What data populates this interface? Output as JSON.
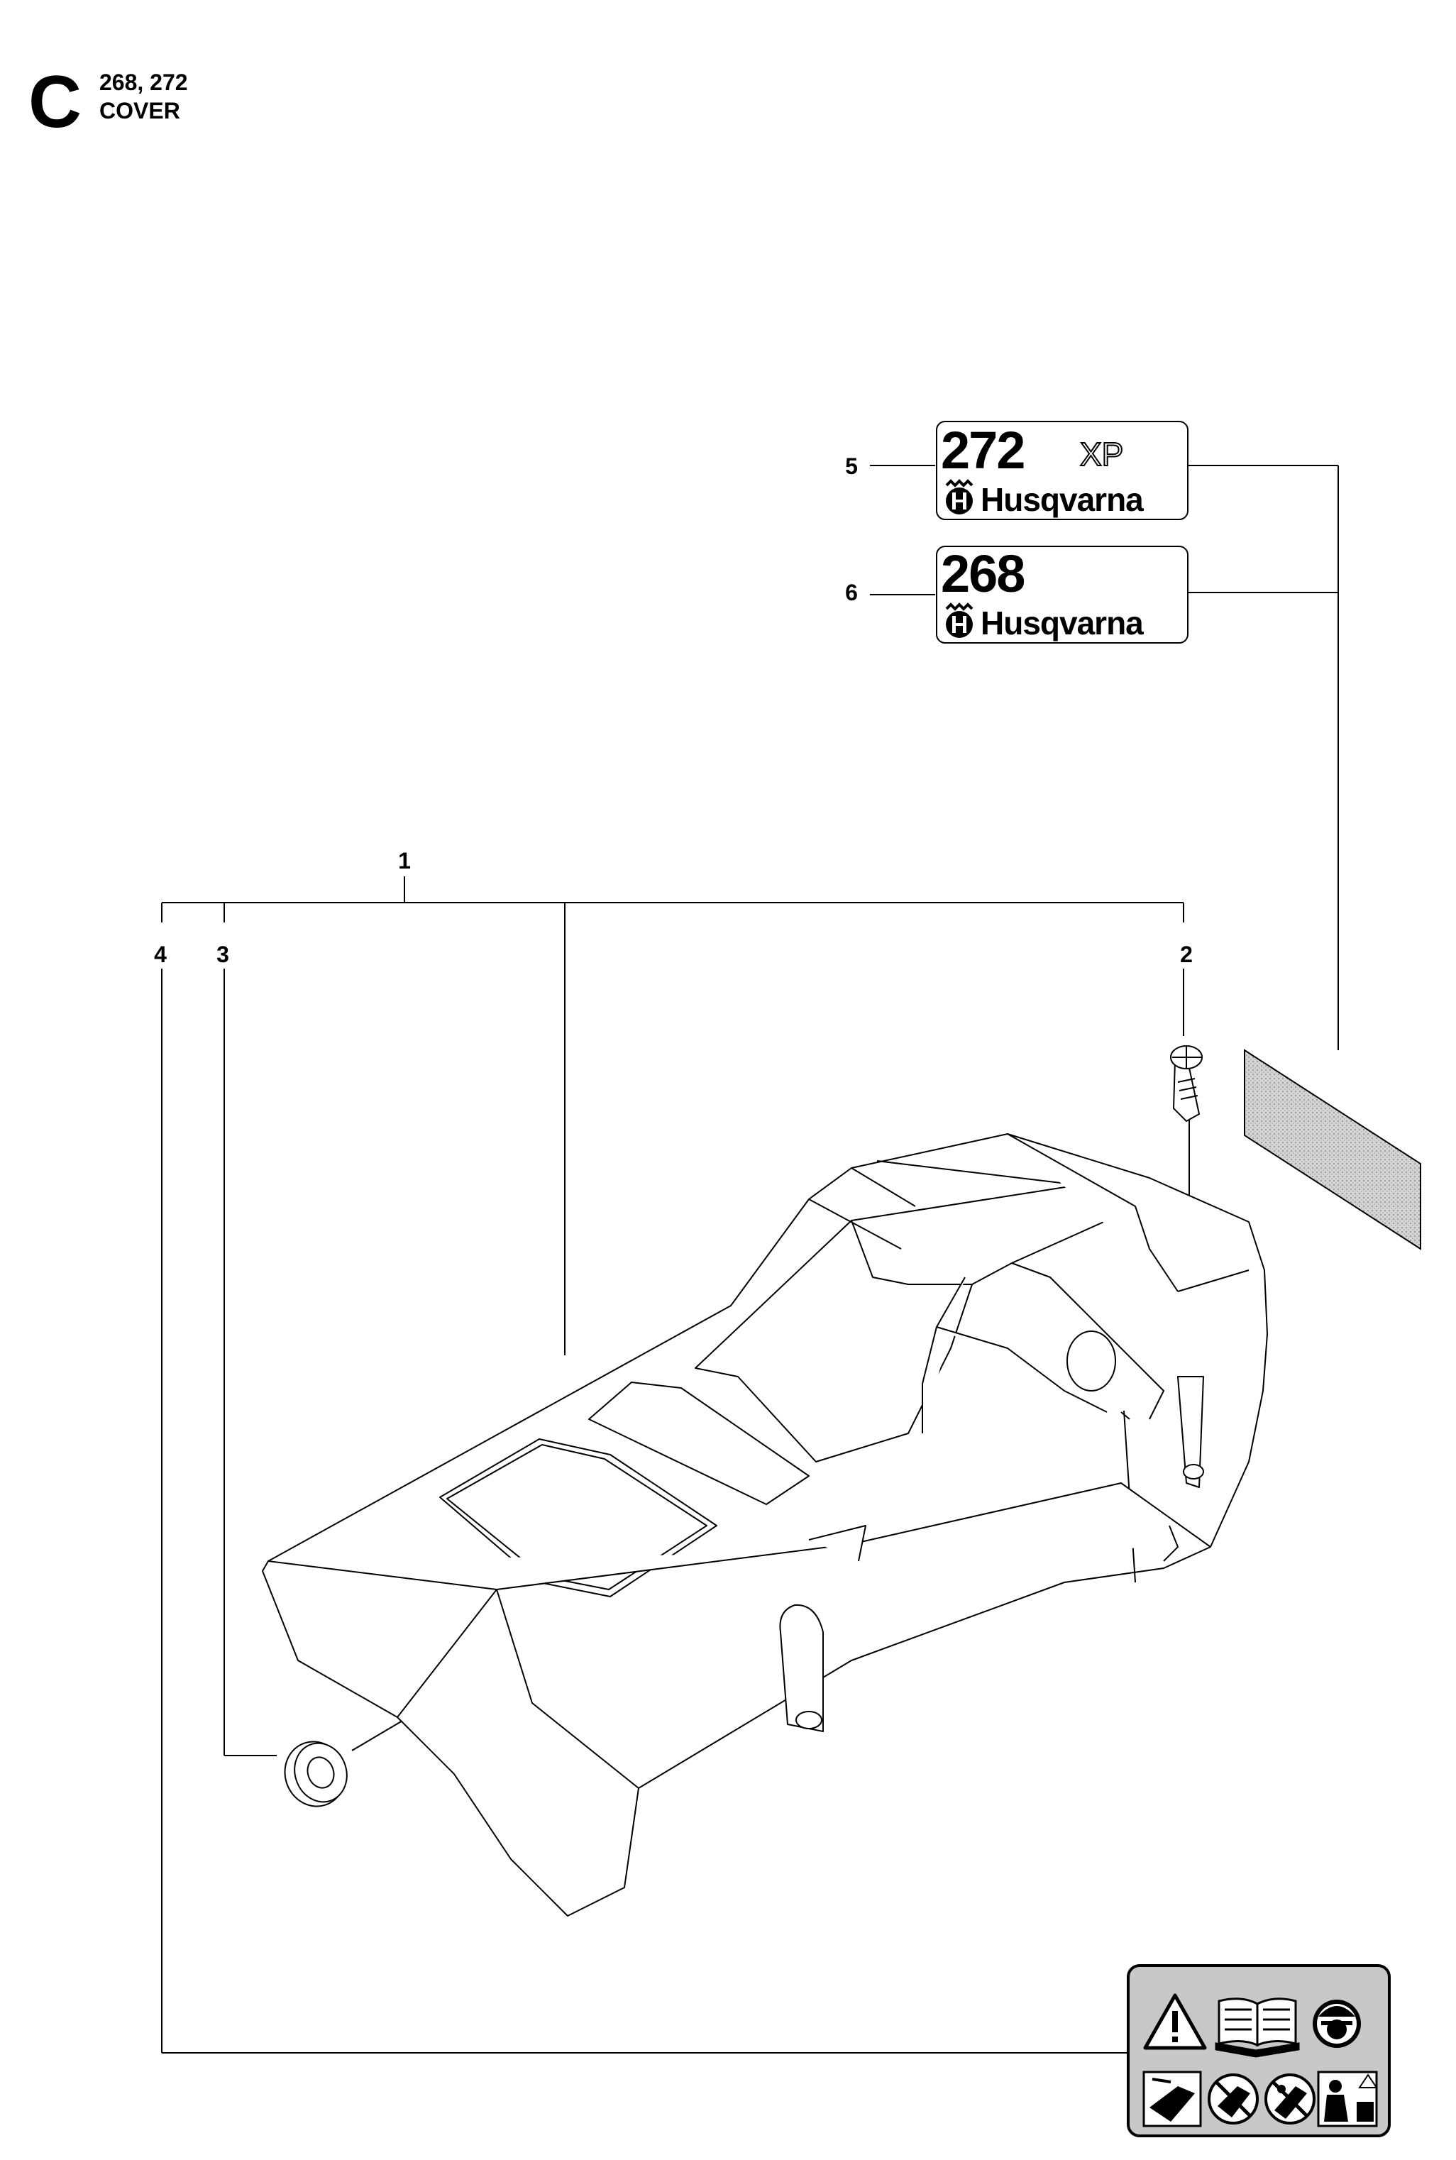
{
  "header": {
    "section_letter": "C",
    "models": "268, 272",
    "title": "COVER"
  },
  "callouts": [
    "1",
    "2",
    "3",
    "4",
    "5",
    "6"
  ],
  "decals": [
    {
      "model": "272",
      "suffix": "XP",
      "brand": "Husqvarna"
    },
    {
      "model": "268",
      "suffix": "",
      "brand": "Husqvarna"
    }
  ],
  "icons": {
    "brand_logo": "husqvarna-crown-h-logo",
    "warning_label_symbols": [
      "warning-triangle-icon",
      "read-manual-icon",
      "head-protection-icon",
      "kickback-hazard-icon",
      "no-one-handed-use-icon",
      "no-tip-contact-icon",
      "two-hand-grip-icon"
    ]
  },
  "colors": {
    "line": "#000000",
    "label_bg": "#c8c8c8",
    "decal_bg": "#ffffff"
  }
}
